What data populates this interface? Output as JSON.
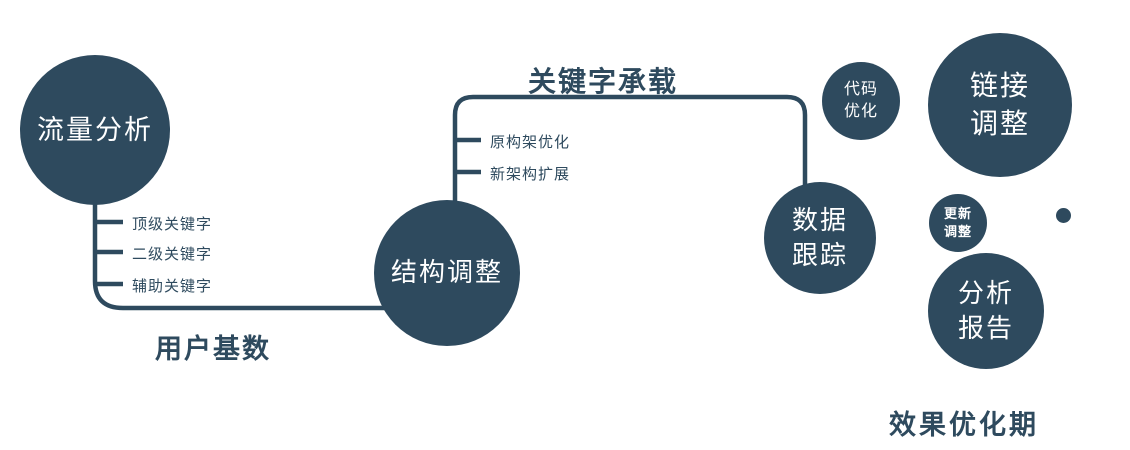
{
  "colors": {
    "primary": "#2e4a5e",
    "node_text": "#ffffff",
    "background": "#ffffff"
  },
  "nodes": {
    "traffic_analysis": {
      "label": "流量分析"
    },
    "structure_adjust": {
      "label": "结构调整"
    },
    "data_tracking": {
      "lines": [
        "数据",
        "跟踪"
      ]
    },
    "code_optimization": {
      "lines": [
        "代码",
        "优化"
      ]
    },
    "link_adjustment": {
      "lines": [
        "链接",
        "调整"
      ]
    },
    "update_adjustment": {
      "lines": [
        "更新",
        "调整"
      ]
    },
    "analysis_report": {
      "lines": [
        "分析",
        "报告"
      ]
    }
  },
  "edge_labels": {
    "user_base": "用户基数",
    "keyword_carrying": "关键字承载"
  },
  "branch_labels": {
    "traffic": [
      "顶级关键字",
      "二级关键字",
      "辅助关键字"
    ],
    "structure": [
      "原构架优化",
      "新架构扩展"
    ]
  },
  "caption": "效果优化期"
}
